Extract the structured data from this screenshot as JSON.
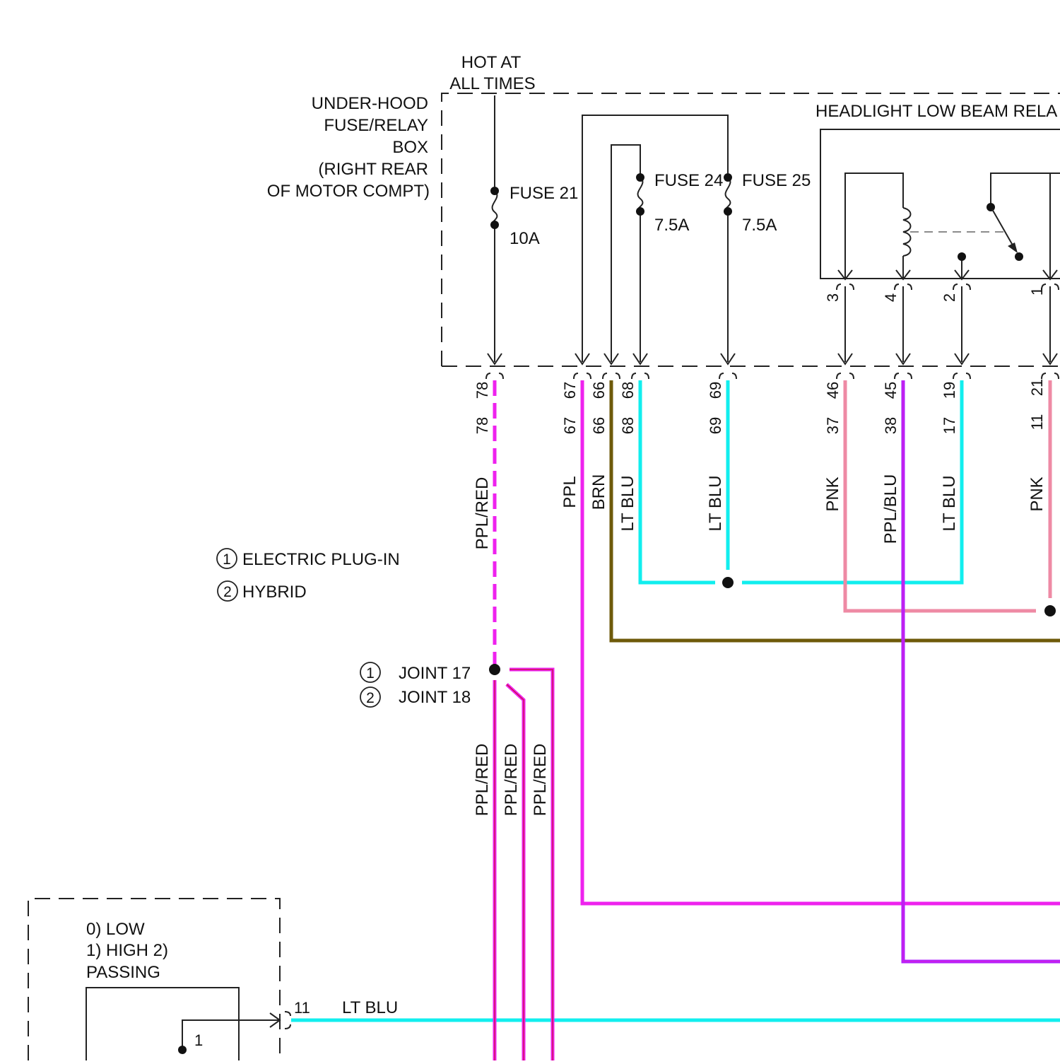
{
  "colors": {
    "ppl_red": "#ee22ee",
    "ppl_red_core": "#c80f3c",
    "ppl": "#ee22ee",
    "brn": "#6e5a0a",
    "lt_blu": "#11eeee",
    "pnk": "#ee8aa4",
    "ppl_blu": "#b020ff",
    "ppl_blu_core": "#d020e0",
    "box_line": "#222222"
  },
  "source": {
    "hot_line1": "HOT AT",
    "hot_line2": "ALL TIMES"
  },
  "fuse_box": {
    "label_lines": [
      "UNDER-HOOD",
      "FUSE/RELAY",
      "BOX",
      "(RIGHT REAR",
      "OF MOTOR COMPT)"
    ]
  },
  "fuses": [
    {
      "name": "FUSE 21",
      "rating": "10A"
    },
    {
      "name": "FUSE 24",
      "rating": "7.5A"
    },
    {
      "name": "FUSE 25",
      "rating": "7.5A"
    }
  ],
  "relay": {
    "label": "HEADLIGHT LOW BEAM RELA",
    "pins": [
      "3",
      "4",
      "2",
      "1"
    ]
  },
  "wires": [
    {
      "box_pin": "78",
      "conn_pin": "78",
      "color": "PPL/RED"
    },
    {
      "box_pin": "67",
      "conn_pin": "67",
      "color": "PPL"
    },
    {
      "box_pin": "66",
      "conn_pin": "66",
      "color": "BRN"
    },
    {
      "box_pin": "68",
      "conn_pin": "68",
      "color": "LT BLU"
    },
    {
      "box_pin": "69",
      "conn_pin": "69",
      "color": "LT BLU"
    },
    {
      "box_pin": "46",
      "conn_pin": "37",
      "color": "PNK"
    },
    {
      "box_pin": "45",
      "conn_pin": "38",
      "color": "PPL/BLU"
    },
    {
      "box_pin": "19",
      "conn_pin": "17",
      "color": "LT BLU"
    },
    {
      "box_pin": "21",
      "conn_pin": "11",
      "color": "PNK"
    }
  ],
  "legend": [
    {
      "number": "1",
      "text": "ELECTRIC PLUG-IN"
    },
    {
      "number": "2",
      "text": "HYBRID"
    }
  ],
  "joint": {
    "labels": [
      {
        "number": "1",
        "text": "JOINT 17"
      },
      {
        "number": "2",
        "text": "JOINT 18"
      }
    ],
    "branch_colors": [
      "PPL/RED",
      "PPL/RED",
      "PPL/RED"
    ]
  },
  "switch": {
    "label_lines": [
      "0) LOW",
      "1) HIGH 2)",
      "PASSING"
    ],
    "contact": "1",
    "pin": "11",
    "wire_color": "LT BLU"
  }
}
